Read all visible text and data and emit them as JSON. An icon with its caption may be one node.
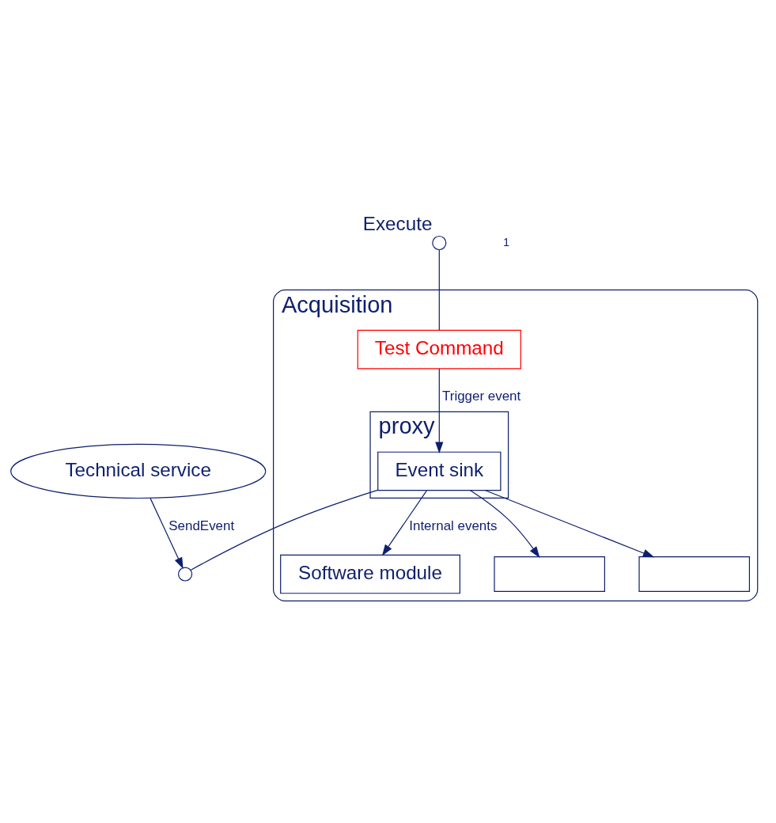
{
  "diagram": {
    "nodes": [
      {
        "text": [
          "Acquisition"
        ]
      },
      {
        "text": [
          "Software module"
        ],
        "in": 0
      },
      {
        "text": [],
        "shape": "box",
        "in": 0
      },
      {
        "text": [],
        "shape": "box",
        "in": 0
      },
      {
        "text": [
          "Test Command"
        ],
        "in": 0
      },
      {
        "text": [
          "proxy"
        ],
        "in": 0
      },
      {
        "text": [
          "Event sink"
        ],
        "in": 5
      },
      {
        "text": [],
        "shape": "circle",
        "beside": [
          "Execute"
        ]
      },
      {
        "text": [],
        "shape": "circle"
      },
      {
        "text": [
          "Technical service"
        ]
      }
    ],
    "edges": [
      {
        "from": 7,
        "to": 4,
        "arrow": "none"
      },
      {
        "from": 4,
        "to": 6,
        "arrow": "to",
        "label": "Trigger event"
      },
      {
        "from": 6,
        "to": 1,
        "arrow": "to",
        "label": "Internal events"
      },
      {
        "from": 6,
        "to": 2,
        "arrow": "to"
      },
      {
        "from": 6,
        "to": 3,
        "arrow": "to"
      },
      {
        "from": 6,
        "to": 8,
        "arrow": "none"
      },
      {
        "from": 9,
        "to": 8,
        "arrow": "to",
        "label": "SendEvent"
      }
    ],
    "labels": [
      "1"
    ]
  }
}
